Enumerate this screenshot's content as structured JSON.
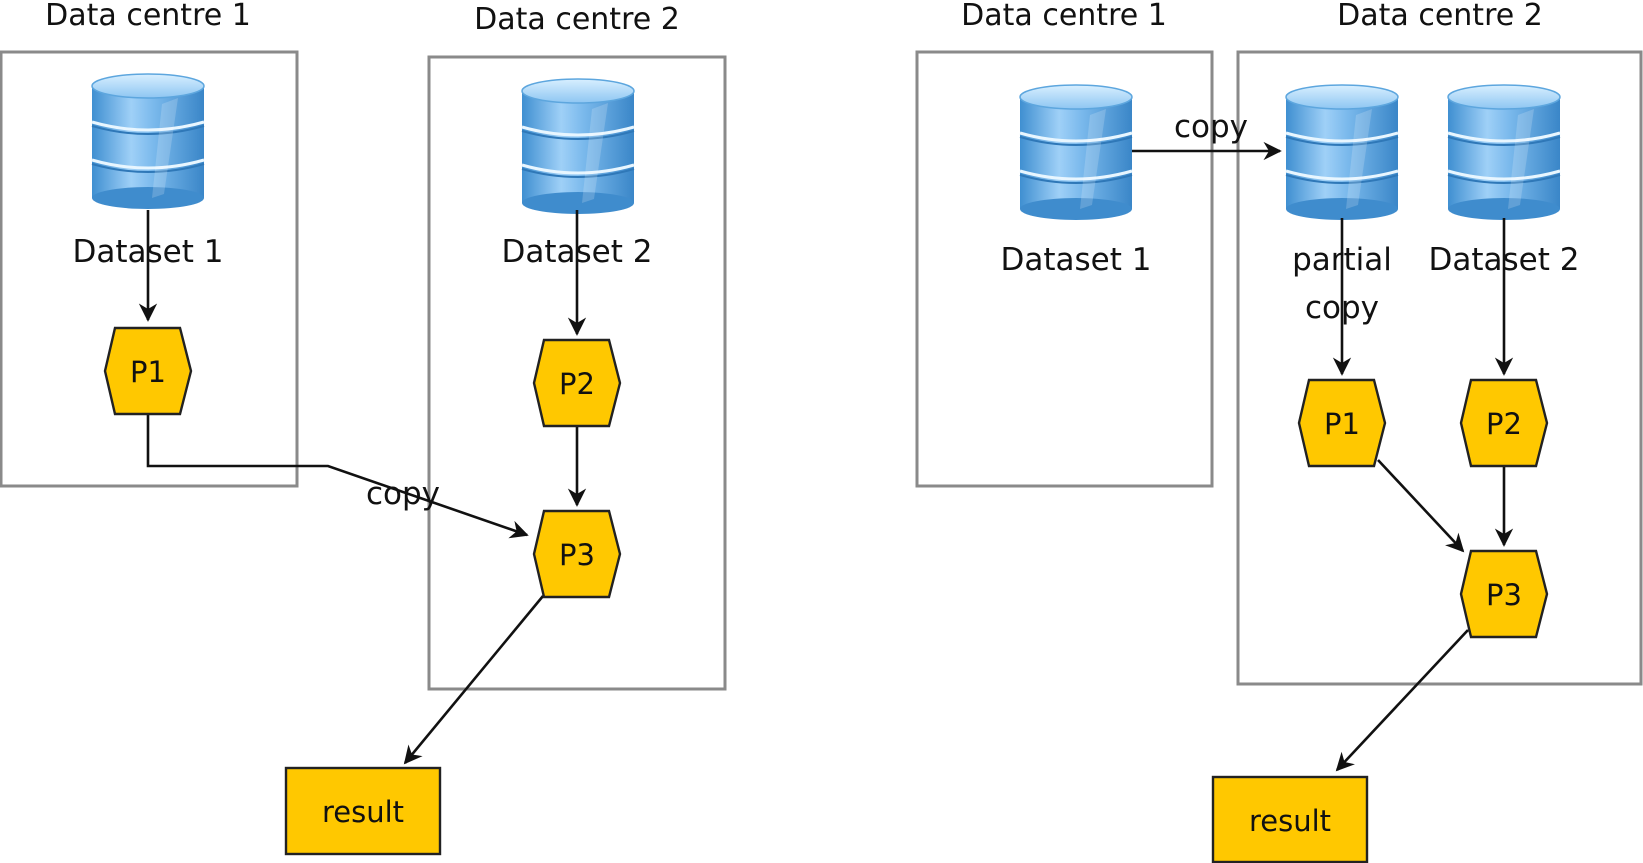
{
  "left_diagram": {
    "dc1_title": "Data centre 1",
    "dc2_title": "Data centre 2",
    "dataset1_label": "Dataset 1",
    "dataset2_label": "Dataset 2",
    "p1_label": "P1",
    "p2_label": "P2",
    "p3_label": "P3",
    "copy_label": "copy",
    "result_label": "result"
  },
  "right_diagram": {
    "dc1_title": "Data centre 1",
    "dc2_title": "Data centre 2",
    "dataset1_label": "Dataset 1",
    "partial_copy_line1": "partial",
    "partial_copy_line2": "copy",
    "dataset2_label": "Dataset 2",
    "copy_label": "copy",
    "p1_label": "P1",
    "p2_label": "P2",
    "p3_label": "P3",
    "result_label": "result"
  },
  "colors": {
    "process_fill": "#ffc800",
    "database_light": "#a9d4f5",
    "database_mid": "#5aa6e0",
    "database_dark": "#2f7fc4",
    "container_border": "#8a8a8a"
  }
}
